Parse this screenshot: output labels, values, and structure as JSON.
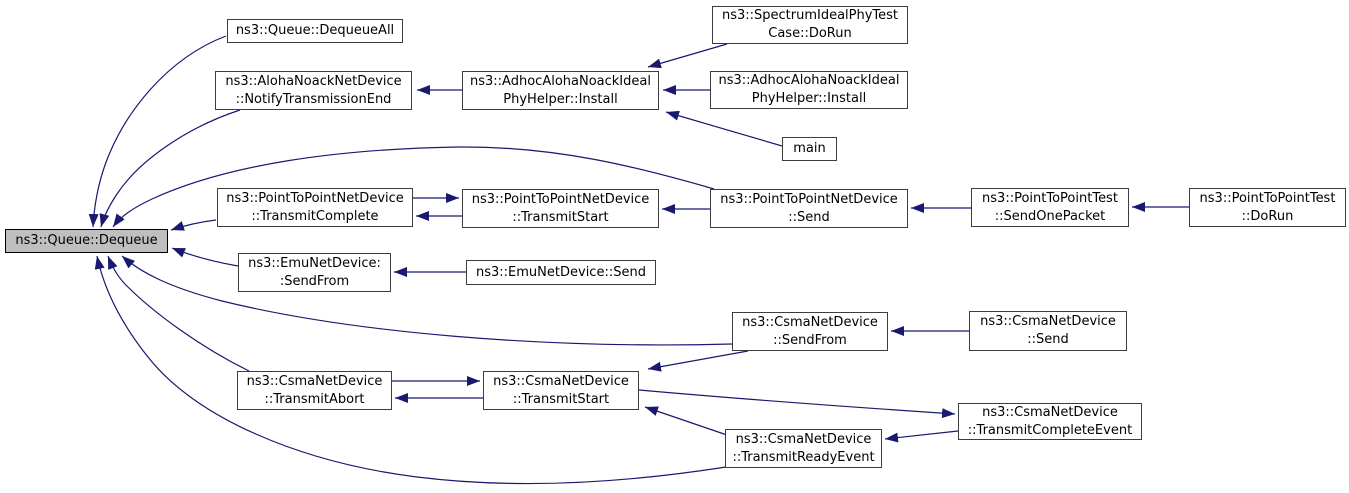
{
  "diagram": {
    "kind": "doxygen-caller-graph",
    "root_function": "ns3::Queue::Dequeue"
  },
  "colors": {
    "edge": "#191970",
    "node_border": "#3d3d3d",
    "node_fill": "#ffffff",
    "highlight_fill": "#bfbfbf",
    "text": "#000000",
    "background": "#ffffff"
  },
  "nodes": [
    {
      "id": "queue-dequeue",
      "label": "ns3::Queue::Dequeue",
      "highlight": true
    },
    {
      "id": "queue-dequeueall",
      "label": "ns3::Queue::DequeueAll",
      "highlight": false
    },
    {
      "id": "aloha-notify-transmission-end",
      "label": "ns3::AlohaNoackNetDevice\n::NotifyTransmissionEnd",
      "highlight": false
    },
    {
      "id": "adhoc-phyhelper-install-left",
      "label": "ns3::AdhocAlohaNoackIdeal\nPhyHelper::Install",
      "highlight": false
    },
    {
      "id": "spectrum-ideal-phy-test-dorun",
      "label": "ns3::SpectrumIdealPhyTest\nCase::DoRun",
      "highlight": false
    },
    {
      "id": "adhoc-phyhelper-install-right",
      "label": "ns3::AdhocAlohaNoackIdeal\nPhyHelper::Install",
      "highlight": false
    },
    {
      "id": "main",
      "label": "main",
      "highlight": false
    },
    {
      "id": "ptp-transmit-complete",
      "label": "ns3::PointToPointNetDevice\n::TransmitComplete",
      "highlight": false
    },
    {
      "id": "ptp-transmit-start",
      "label": "ns3::PointToPointNetDevice\n::TransmitStart",
      "highlight": false
    },
    {
      "id": "ptp-send",
      "label": "ns3::PointToPointNetDevice\n::Send",
      "highlight": false
    },
    {
      "id": "ptp-test-send-one-packet",
      "label": "ns3::PointToPointTest\n::SendOnePacket",
      "highlight": false
    },
    {
      "id": "ptp-test-dorun",
      "label": "ns3::PointToPointTest\n::DoRun",
      "highlight": false
    },
    {
      "id": "emu-send-from",
      "label": "ns3::EmuNetDevice:\n:SendFrom",
      "highlight": false
    },
    {
      "id": "emu-send",
      "label": "ns3::EmuNetDevice::Send",
      "highlight": false
    },
    {
      "id": "csma-send-from",
      "label": "ns3::CsmaNetDevice\n::SendFrom",
      "highlight": false
    },
    {
      "id": "csma-send",
      "label": "ns3::CsmaNetDevice\n::Send",
      "highlight": false
    },
    {
      "id": "csma-transmit-abort",
      "label": "ns3::CsmaNetDevice\n::TransmitAbort",
      "highlight": false
    },
    {
      "id": "csma-transmit-start",
      "label": "ns3::CsmaNetDevice\n::TransmitStart",
      "highlight": false
    },
    {
      "id": "csma-transmit-ready-event",
      "label": "ns3::CsmaNetDevice\n::TransmitReadyEvent",
      "highlight": false
    },
    {
      "id": "csma-transmit-complete-event",
      "label": "ns3::CsmaNetDevice\n::TransmitCompleteEvent",
      "highlight": false
    }
  ],
  "edges": [
    {
      "from": "queue-dequeueall",
      "to": "queue-dequeue"
    },
    {
      "from": "aloha-notify-transmission-end",
      "to": "queue-dequeue"
    },
    {
      "from": "ptp-send",
      "to": "queue-dequeue"
    },
    {
      "from": "ptp-transmit-complete",
      "to": "queue-dequeue"
    },
    {
      "from": "emu-send-from",
      "to": "queue-dequeue"
    },
    {
      "from": "csma-send-from",
      "to": "queue-dequeue"
    },
    {
      "from": "csma-transmit-abort",
      "to": "queue-dequeue"
    },
    {
      "from": "csma-transmit-ready-event",
      "to": "queue-dequeue"
    },
    {
      "from": "adhoc-phyhelper-install-left",
      "to": "aloha-notify-transmission-end"
    },
    {
      "from": "spectrum-ideal-phy-test-dorun",
      "to": "adhoc-phyhelper-install-left"
    },
    {
      "from": "adhoc-phyhelper-install-right",
      "to": "adhoc-phyhelper-install-left"
    },
    {
      "from": "main",
      "to": "adhoc-phyhelper-install-left"
    },
    {
      "from": "ptp-transmit-complete",
      "to": "ptp-transmit-start"
    },
    {
      "from": "ptp-transmit-start",
      "to": "ptp-transmit-complete"
    },
    {
      "from": "ptp-send",
      "to": "ptp-transmit-start"
    },
    {
      "from": "ptp-test-send-one-packet",
      "to": "ptp-send"
    },
    {
      "from": "ptp-test-dorun",
      "to": "ptp-test-send-one-packet"
    },
    {
      "from": "emu-send",
      "to": "emu-send-from"
    },
    {
      "from": "csma-send",
      "to": "csma-send-from"
    },
    {
      "from": "csma-send-from",
      "to": "csma-transmit-start"
    },
    {
      "from": "csma-transmit-abort",
      "to": "csma-transmit-start"
    },
    {
      "from": "csma-transmit-start",
      "to": "csma-transmit-abort"
    },
    {
      "from": "csma-transmit-start",
      "to": "csma-transmit-complete-event"
    },
    {
      "from": "csma-transmit-complete-event",
      "to": "csma-transmit-ready-event"
    },
    {
      "from": "csma-transmit-ready-event",
      "to": "csma-transmit-start"
    }
  ]
}
